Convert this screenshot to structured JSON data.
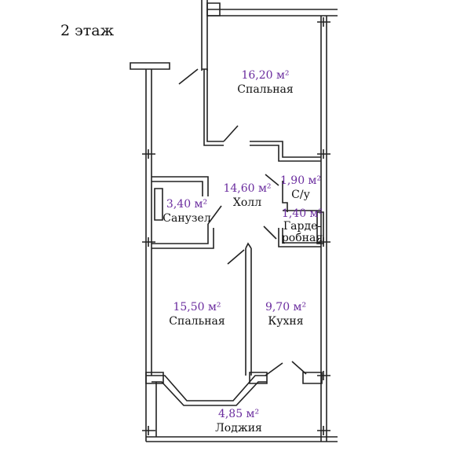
{
  "floor": {
    "label": "2 этаж"
  },
  "colors": {
    "area_text": "#6a2c9e",
    "wall": "#222222",
    "label_text": "#111111"
  },
  "rooms": [
    {
      "id": "bedroom-top",
      "area": "16,20 м²",
      "name": "Спальная"
    },
    {
      "id": "toilet",
      "area": "1,90 м²",
      "name": "С/у"
    },
    {
      "id": "hall",
      "area": "14,60 м²",
      "name": "Холл"
    },
    {
      "id": "bathroom",
      "area": "3,40 м²",
      "name": "Санузел"
    },
    {
      "id": "wardrobe",
      "area": "1,40 м²",
      "name": "Гарде-\nробная"
    },
    {
      "id": "bedroom-bottom",
      "area": "15,50 м²",
      "name": "Спальная"
    },
    {
      "id": "kitchen",
      "area": "9,70 м²",
      "name": "Кухня"
    },
    {
      "id": "loggia",
      "area": "4,85 м²",
      "name": "Лоджия"
    }
  ]
}
